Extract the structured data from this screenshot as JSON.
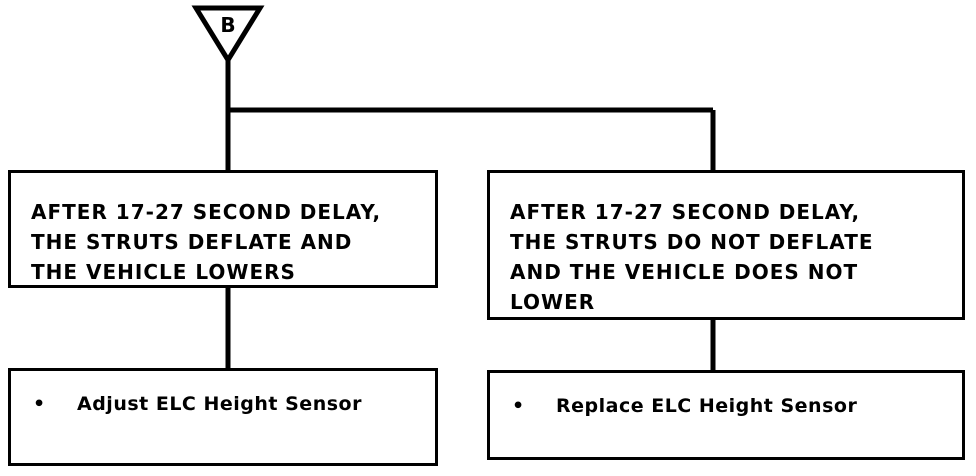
{
  "connector": {
    "label": "B"
  },
  "branches": [
    {
      "condition": "AFTER 17-27 SECOND DELAY,\nTHE STRUTS DEFLATE AND\nTHE VEHICLE LOWERS",
      "action_bullet": "•",
      "action": "Adjust ELC Height Sensor"
    },
    {
      "condition": "AFTER 17-27 SECOND DELAY,\nTHE STRUTS DO NOT DEFLATE\nAND THE VEHICLE DOES NOT\nLOWER",
      "action_bullet": "•",
      "action": "Replace ELC Height Sensor"
    }
  ]
}
